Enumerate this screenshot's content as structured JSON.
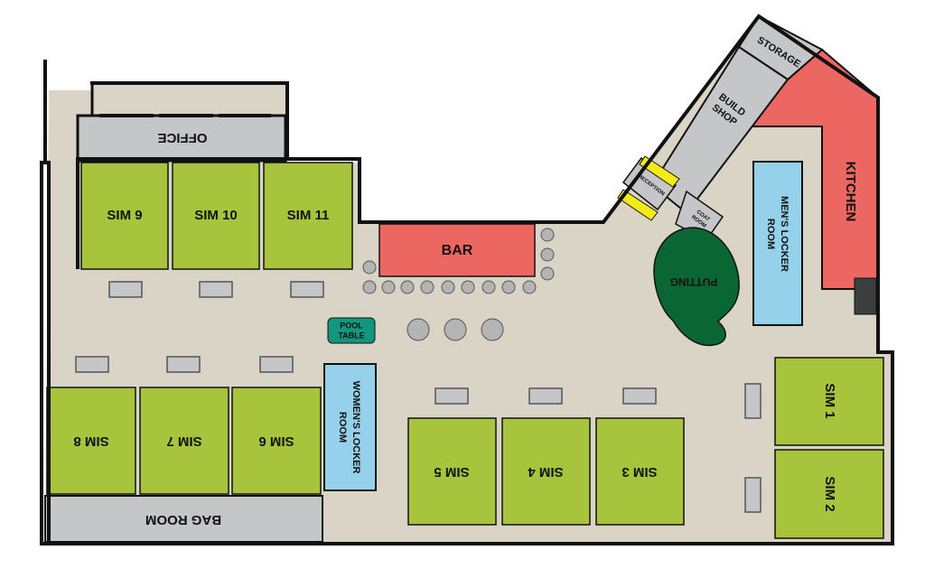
{
  "colors": {
    "floor": "#d9d4c5",
    "wall": "#111111",
    "sim": "#a8c43c",
    "bar": "#ec6762",
    "kitchen": "#ec6762",
    "locker": "#96d1ec",
    "utility": "#c5c6c8",
    "putting": "#0a6632",
    "pool": "#12977f",
    "stool": "#b4b4b4",
    "reception_desk": "#f4ea18",
    "dark_block": "#3a3f3e"
  },
  "rooms": {
    "office": "OFFICE",
    "bag_room": "BAG ROOM",
    "bar": "BAR",
    "kitchen": "KITCHEN",
    "storage": "STORAGE",
    "build_shop": [
      "BUILD",
      "SHOP"
    ],
    "reception": "RECEPTION",
    "coat_room": [
      "COAT",
      "ROOM"
    ],
    "putting": "PUTTING",
    "mens_locker": [
      "MEN'S LOCKER",
      "ROOM"
    ],
    "womens_locker": [
      "WOMEN'S LOCKER",
      "ROOM"
    ],
    "pool_table": [
      "POOL",
      "TABLE"
    ]
  },
  "sims": {
    "sim1": "SIM 1",
    "sim2": "SIM 2",
    "sim3": "SIM 3",
    "sim4": "SIM 4",
    "sim5": "SIM 5",
    "sim6": "SIM 6",
    "sim7": "SIM 7",
    "sim8": "SIM 8",
    "sim9": "SIM 9",
    "sim10": "SIM 10",
    "sim11": "SIM 11"
  }
}
